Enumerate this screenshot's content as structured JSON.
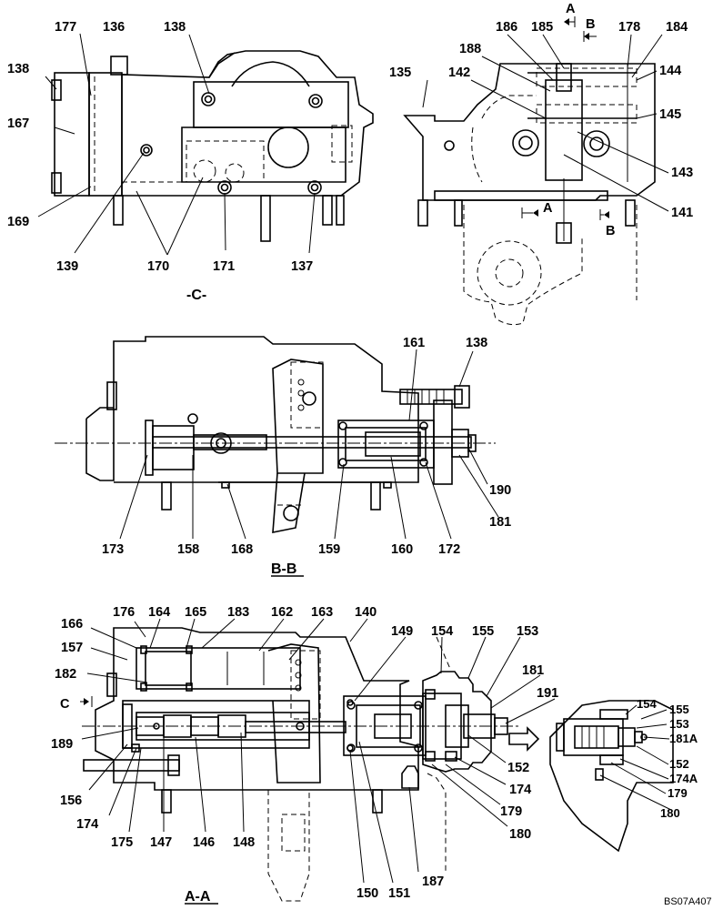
{
  "views": {
    "c": {
      "title": "-C-",
      "labels": [
        "177",
        "136",
        "138",
        "138",
        "167",
        "169",
        "139",
        "170",
        "171",
        "137"
      ]
    },
    "side": {
      "labels": [
        "186",
        "185",
        "178",
        "184",
        "188",
        "142",
        "135",
        "144",
        "145",
        "143",
        "141"
      ],
      "section_marks": [
        "A",
        "B",
        "A",
        "B"
      ]
    },
    "bb": {
      "title": "B-B",
      "labels": [
        "161",
        "138",
        "190",
        "181",
        "173",
        "158",
        "168",
        "159",
        "160",
        "172"
      ]
    },
    "aa": {
      "title": "A-A",
      "view_mark": "C",
      "labels": [
        "176",
        "164",
        "165",
        "183",
        "162",
        "163",
        "140",
        "166",
        "157",
        "182",
        "149",
        "154",
        "155",
        "153",
        "181",
        "191",
        "189",
        "152",
        "174",
        "179",
        "180",
        "156",
        "174",
        "175",
        "147",
        "146",
        "148",
        "150",
        "151",
        "187"
      ]
    },
    "detail": {
      "labels": [
        "154",
        "155",
        "153",
        "181A",
        "152",
        "174A",
        "179",
        "180"
      ]
    }
  },
  "drawing_code": "BS07A407"
}
